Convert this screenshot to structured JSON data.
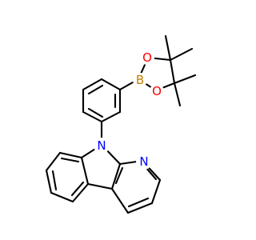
{
  "diagram": {
    "atom_labels": {
      "boron": "B",
      "oxygen_top": "O",
      "oxygen_bottom": "O",
      "nitrogen_indole": "N",
      "nitrogen_pyridine": "N"
    },
    "colors": {
      "boron": "#c08000",
      "oxygen": "#ff0000",
      "nitrogen": "#0000ff",
      "bond": "#000000"
    }
  }
}
